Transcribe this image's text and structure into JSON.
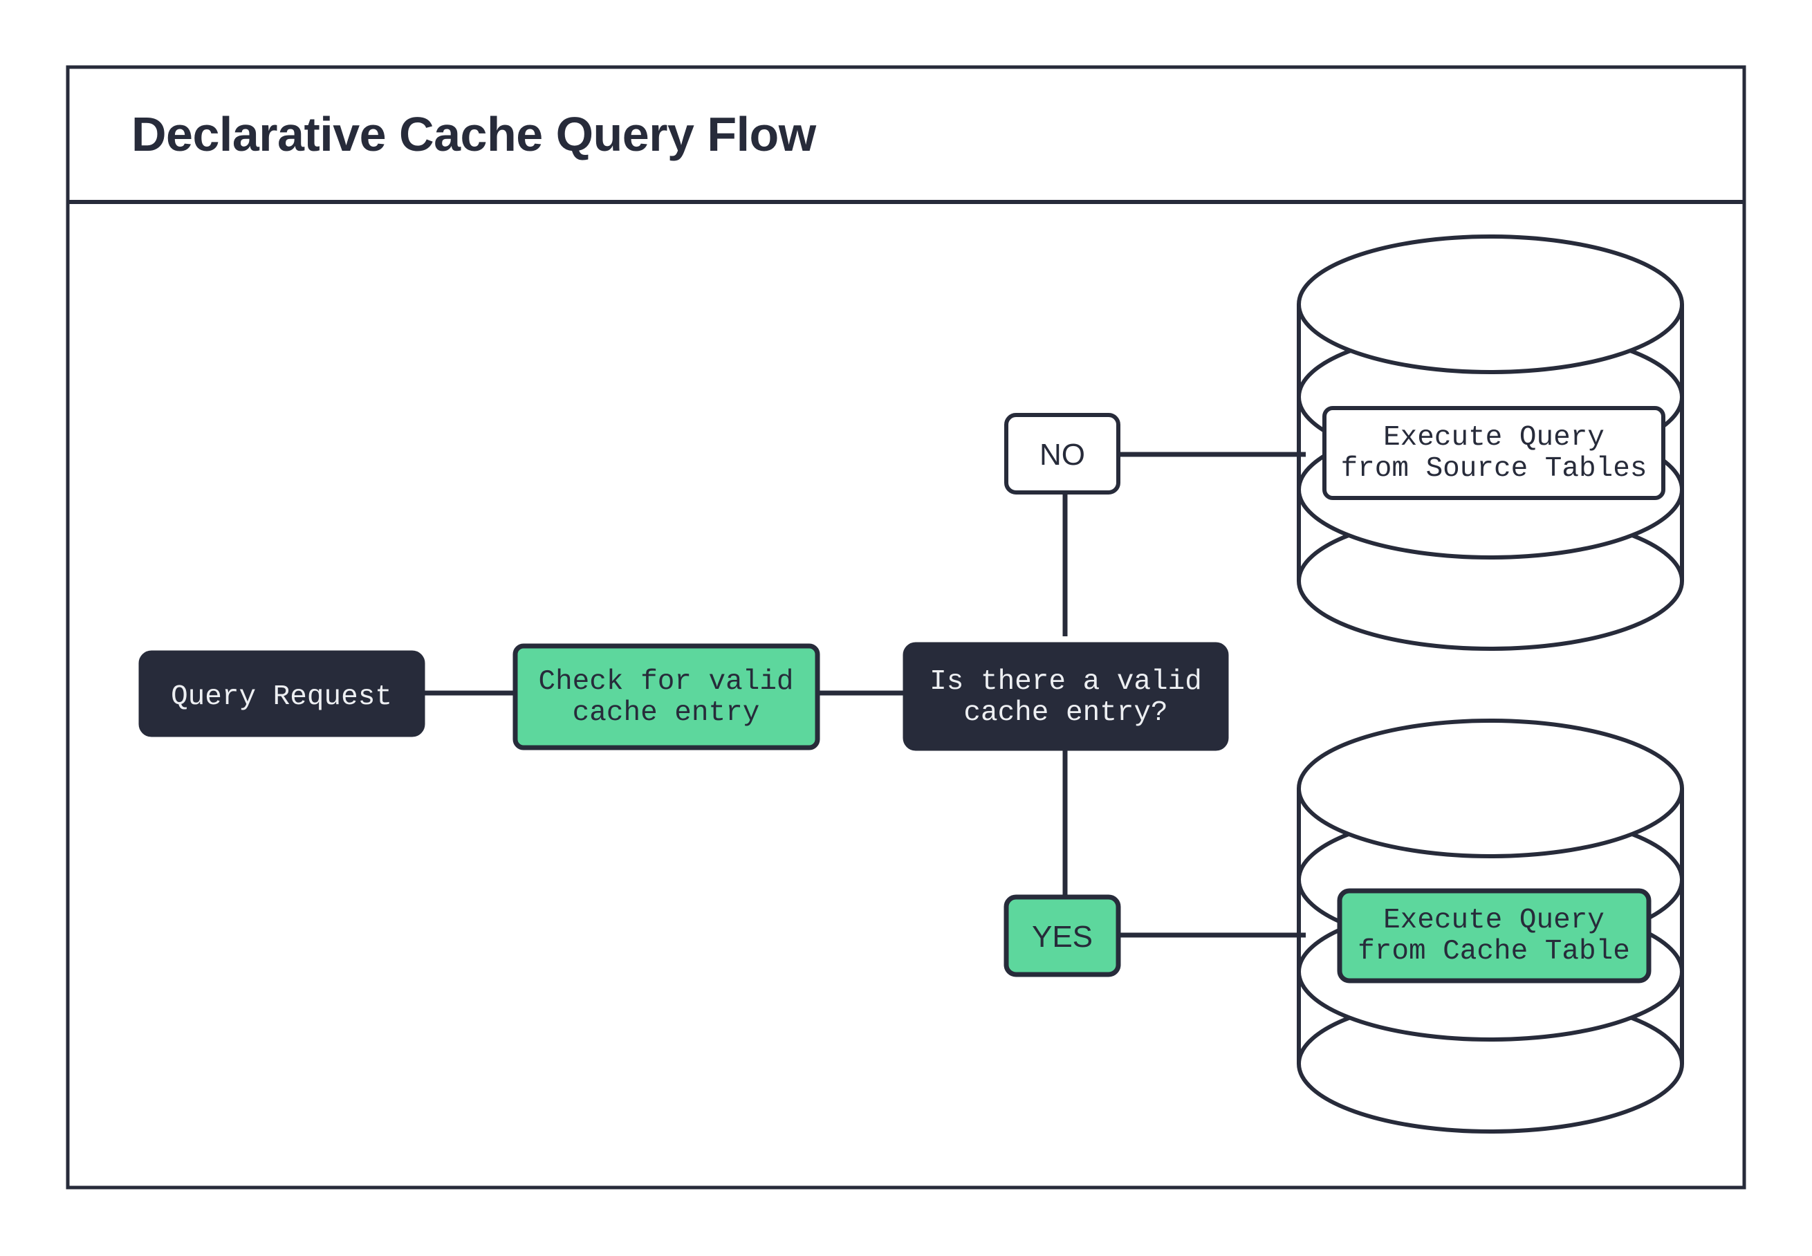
{
  "diagram": {
    "title": "Declarative Cache Query Flow",
    "colors": {
      "ink": "#272B3A",
      "accent_green": "#5DD79D",
      "surface": "#FFFFFF",
      "text_on_dark": "#EDEFF2"
    },
    "nodes": {
      "query_request": {
        "label": "Query Request",
        "style": "dark"
      },
      "check_cache": {
        "line1": "Check for valid",
        "line2": "cache entry",
        "style": "green"
      },
      "decision": {
        "line1": "Is there a valid",
        "line2": "cache entry?",
        "style": "dark"
      },
      "branch_no": {
        "label": "NO",
        "style": "white"
      },
      "branch_yes": {
        "label": "YES",
        "style": "green"
      },
      "source_tables": {
        "line1": "Execute Query",
        "line2": "from Source Tables",
        "style": "white",
        "container": "database-cylinder"
      },
      "cache_table": {
        "line1": "Execute Query",
        "line2": "from Cache Table",
        "style": "green",
        "container": "database-cylinder"
      }
    },
    "edges": [
      {
        "from": "query_request",
        "to": "check_cache"
      },
      {
        "from": "check_cache",
        "to": "decision"
      },
      {
        "from": "decision",
        "to": "branch_no"
      },
      {
        "from": "branch_no",
        "to": "source_tables"
      },
      {
        "from": "decision",
        "to": "branch_yes"
      },
      {
        "from": "branch_yes",
        "to": "cache_table"
      }
    ]
  }
}
